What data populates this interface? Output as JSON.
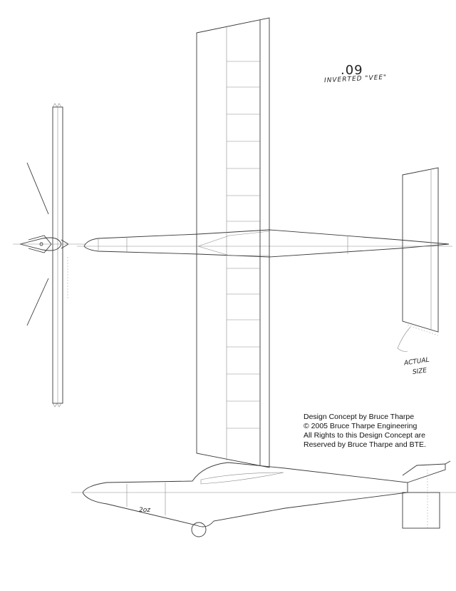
{
  "engine": {
    "size": ".09",
    "configuration": "INVERTED \"VEE\""
  },
  "tail_note": {
    "line1": "ACTUAL",
    "line2": "SIZE"
  },
  "fuselage_note": "2oz",
  "credits": {
    "line1": "Design Concept by Bruce Tharpe",
    "line2": "© 2005 Bruce Tharpe Engineering",
    "line3": "All Rights to this Design Concept are",
    "line4": "Reserved by Bruce Tharpe and BTE."
  },
  "icons": {
    "propeller": "two-blade-propeller-icon",
    "wheel": "landing-wheel-icon"
  },
  "colors": {
    "ink": "#3a3a3a",
    "paper": "#ffffff"
  }
}
